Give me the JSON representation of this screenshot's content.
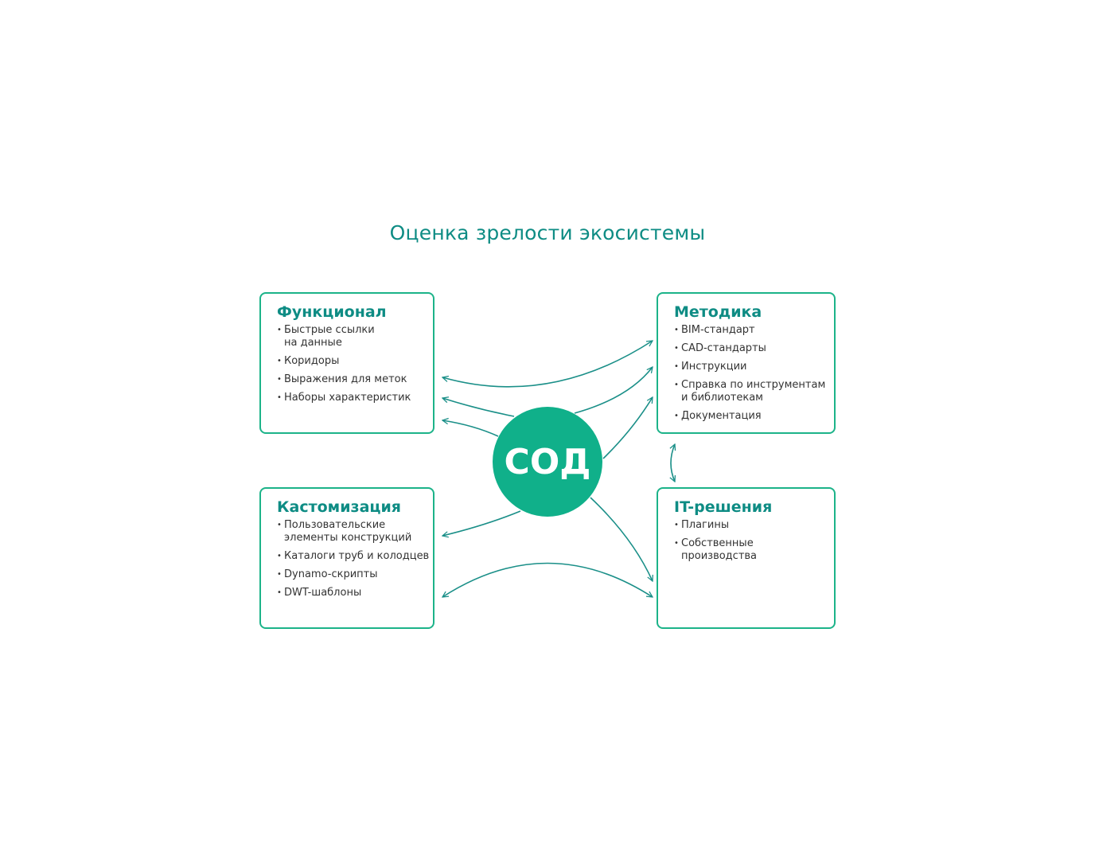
{
  "title": "Оценка зрелости экосистемы",
  "center": "СОД",
  "boxes": [
    {
      "heading": "Функционал",
      "items": [
        "Быстрые ссылки на данные",
        "Коридоры",
        "Выражения для меток",
        "Наборы характеристик"
      ]
    },
    {
      "heading": "Методика",
      "items": [
        "BIM-стандарт",
        "CAD-стандарты",
        "Инструкции",
        "Справка по инструментам и библиотекам",
        "Документация"
      ]
    },
    {
      "heading": "Кастомизация",
      "items": [
        "Пользовательские элементы конструкций",
        "Каталоги труб и колодцев",
        "Dynamo-скрипты",
        "DWT-шаблоны"
      ]
    },
    {
      "heading": "IT-решения",
      "items": [
        "Плагины",
        "Собственные производства"
      ]
    }
  ],
  "colors": {
    "accent": "#10b08a",
    "border": "#1cb389",
    "heading": "#0e8c84",
    "arrow": "#1a8f88"
  }
}
